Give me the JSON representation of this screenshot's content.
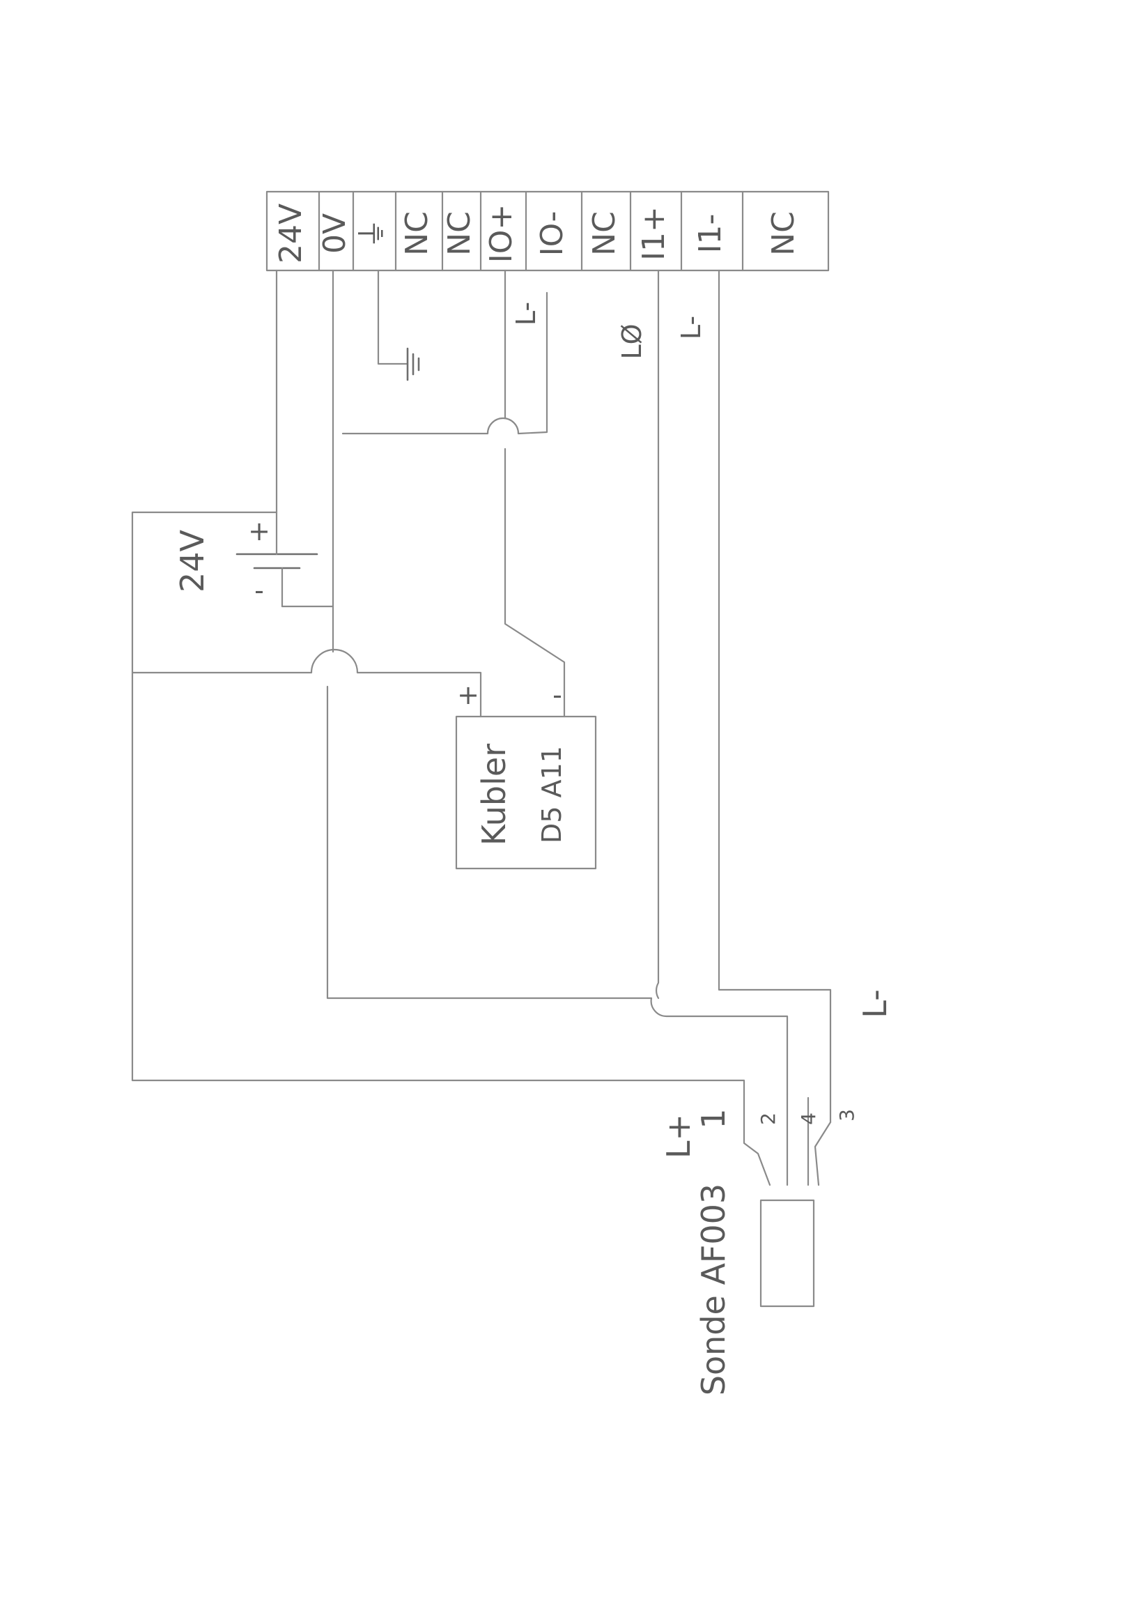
{
  "terminal_block": {
    "terminals": [
      "24V",
      "0V",
      "⏚",
      "NC",
      "NC",
      "IO+",
      "IO-",
      "NC",
      "I1+",
      "I1-",
      "NC"
    ]
  },
  "power_supply": {
    "label": "24V",
    "plus": "+",
    "minus": "-"
  },
  "encoder": {
    "name_line1": "Kubler",
    "name_line2": "D5 A11",
    "plus": "+",
    "minus": "-"
  },
  "wire_labels": {
    "io_minus": "L-",
    "i1_plus": "LØ",
    "i1_minus": "L-",
    "probe_minus": "L-",
    "probe_plus": "L+"
  },
  "probe": {
    "label": "Sonde AF003",
    "pins": [
      "1",
      "2",
      "4",
      "3"
    ]
  },
  "colors": {
    "pencil": "#8a8a8a",
    "text": "#5a5a5a",
    "paper": "#ffffff"
  }
}
